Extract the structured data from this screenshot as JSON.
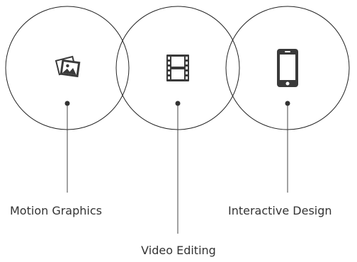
{
  "items": [
    {
      "label": "Motion Graphics",
      "icon": "photos-icon"
    },
    {
      "label": "Video Editing",
      "icon": "film-strip-icon"
    },
    {
      "label": "Interactive Design",
      "icon": "smartphone-icon"
    }
  ],
  "colors": {
    "line": "#222222",
    "icon": "#3a3a3a",
    "text": "#333333"
  }
}
